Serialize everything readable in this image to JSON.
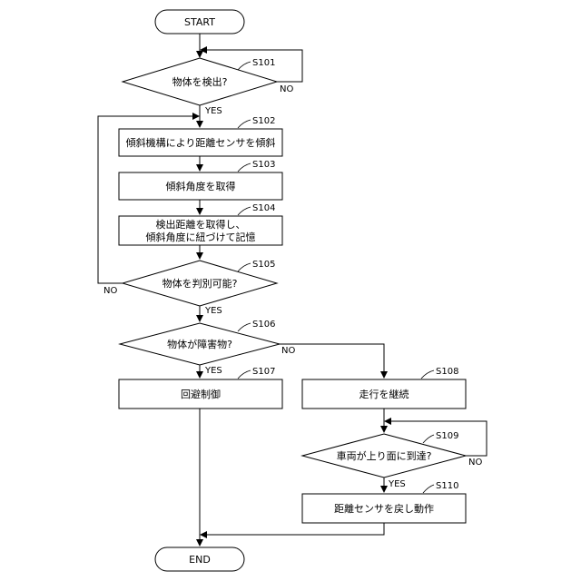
{
  "flowchart": {
    "start": "START",
    "end": "END",
    "yes": "YES",
    "no": "NO",
    "steps": {
      "s101": {
        "id": "S101",
        "text": "物体を検出?"
      },
      "s102": {
        "id": "S102",
        "text": "傾斜機構により距離センサを傾斜"
      },
      "s103": {
        "id": "S103",
        "text": "傾斜角度を取得"
      },
      "s104": {
        "id": "S104",
        "line1": "検出距離を取得し、",
        "line2": "傾斜角度に紐づけて記憶"
      },
      "s105": {
        "id": "S105",
        "text": "物体を判別可能?"
      },
      "s106": {
        "id": "S106",
        "text": "物体が障害物?"
      },
      "s107": {
        "id": "S107",
        "text": "回避制御"
      },
      "s108": {
        "id": "S108",
        "text": "走行を継続"
      },
      "s109": {
        "id": "S109",
        "text": "車両が上り面に到達?"
      },
      "s110": {
        "id": "S110",
        "text": "距離センサを戻し動作"
      }
    }
  }
}
